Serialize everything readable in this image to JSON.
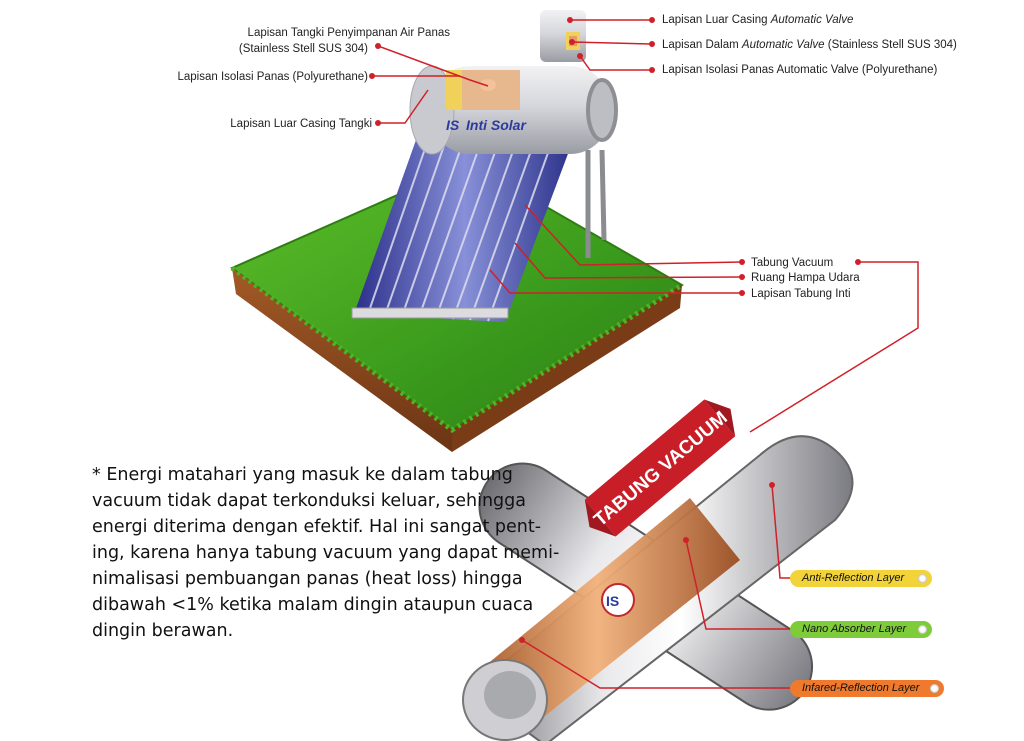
{
  "labels": {
    "tank_inner_1": "Lapisan Tangki Penyimpanan Air Panas",
    "tank_inner_2": "(Stainless Stell SUS 304)",
    "tank_insulation": "Lapisan Isolasi Panas (Polyurethane)",
    "tank_outer": "Lapisan Luar Casing Tangki",
    "valve_outer_prefix": "Lapisan Luar Casing ",
    "valve_outer_italic": "Automatic Valve",
    "valve_inner_prefix": "Lapisan Dalam ",
    "valve_inner_italic": "Automatic Valve",
    "valve_inner_suffix": " (Stainless Stell SUS 304)",
    "valve_insulation": "Lapisan Isolasi Panas Automatic Valve (Polyurethane)",
    "tube_vacuum": "Tabung Vacuum",
    "vacuum_space": "Ruang Hampa Udara",
    "inner_tube": "Lapisan Tabung Inti",
    "banner": "TABUNG VACUUM",
    "brand": "Inti Solar",
    "brand_logo": "IS"
  },
  "layers": [
    {
      "label": "Anti-Reflection Layer",
      "color": "#f2d33a"
    },
    {
      "label": "Nano Absorber Layer",
      "color": "#7fcc3a"
    },
    {
      "label": "Infared-Reflection Layer",
      "color": "#ef7a2e"
    }
  ],
  "paragraph": [
    "* Energi matahari yang masuk ke dalam tabung",
    "vacuum tidak dapat terkonduksi keluar, sehingga",
    "energi diterima dengan efektif. Hal ini sangat pent-",
    "ing, karena hanya tabung vacuum yang dapat memi-",
    "nimalisasi pembuangan panas (heat loss) hingga",
    "dibawah <1% ketika malam dingin ataupun cuaca",
    "dingin berawan."
  ],
  "colors": {
    "leader": "#d0202a",
    "grass": "#3f9a1e",
    "soil": "#8a4a1e",
    "banner": "#c81e28"
  }
}
